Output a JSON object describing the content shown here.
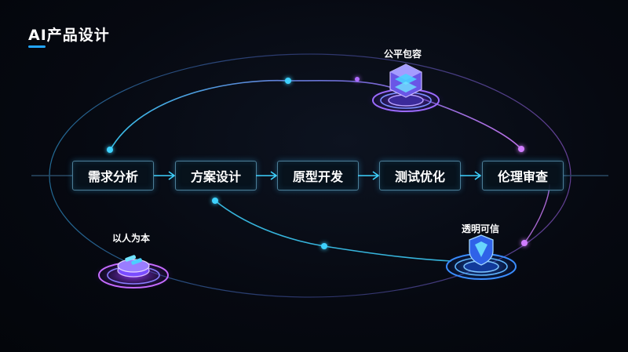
{
  "title": "AI产品设计",
  "steps": [
    {
      "label": "需求分析"
    },
    {
      "label": "方案设计"
    },
    {
      "label": "原型开发"
    },
    {
      "label": "测试优化"
    },
    {
      "label": "伦理审查"
    }
  ],
  "principles": [
    {
      "label": "公平包容",
      "color": "#b06cff"
    },
    {
      "label": "透明可信",
      "color": "#3a8dff"
    },
    {
      "label": "以人为本",
      "color": "#c56bff"
    }
  ],
  "colors": {
    "accent_blue": "#23a6ff",
    "cyan_dot": "#3ed2ff",
    "purple_dot": "#d07dff"
  }
}
